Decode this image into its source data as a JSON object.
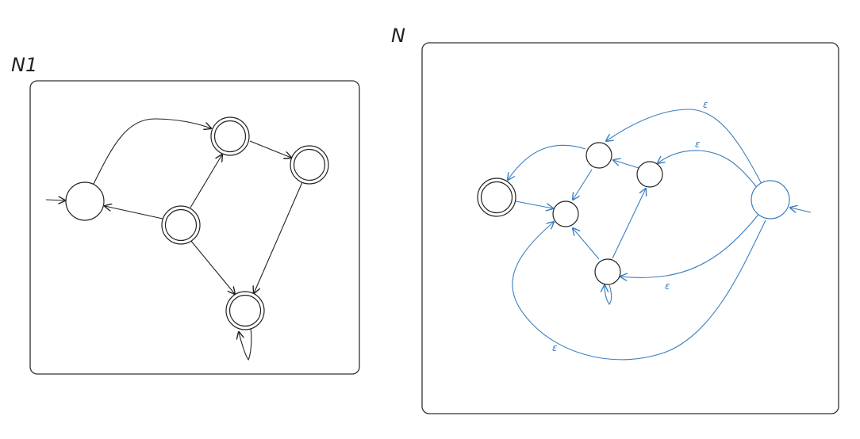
{
  "left_diagram": {
    "label": "N1"
  },
  "right_diagram": {
    "label": "N",
    "epsilon_labels": [
      "ε",
      "ε",
      "ε",
      "ε"
    ]
  },
  "colors": {
    "ink": "#222222",
    "accent": "#3a7ebf",
    "frame": "#333333"
  }
}
